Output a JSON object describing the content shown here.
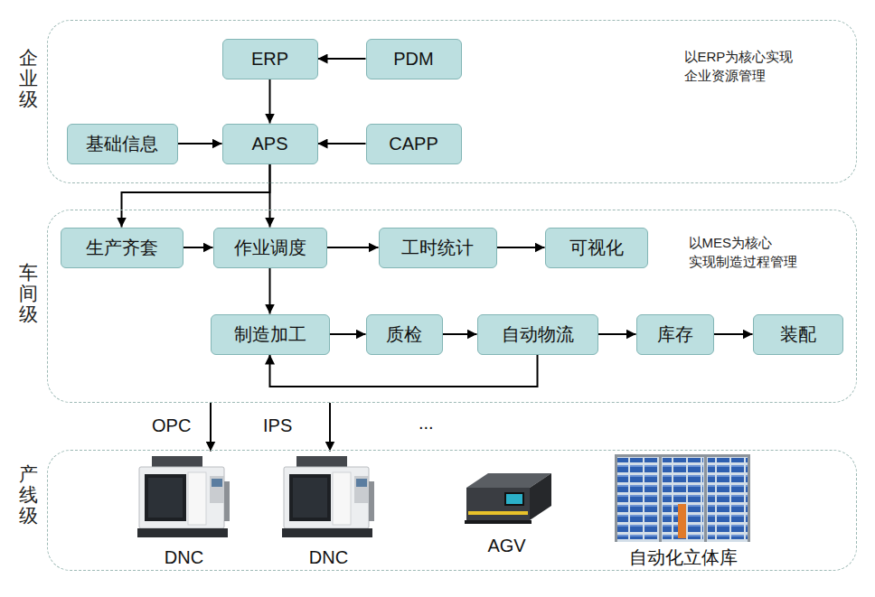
{
  "diagram": {
    "nodes": [
      {
        "text": [
          "企业级",
          "以ERP为核心实现 企业资源管理"
        ]
      },
      {
        "text": [
          "ERP"
        ],
        "in": 0
      },
      {
        "text": [
          "PDM"
        ],
        "in": 0
      },
      {
        "text": [
          "基础信息"
        ],
        "in": 0
      },
      {
        "text": [
          "APS"
        ],
        "in": 0
      },
      {
        "text": [
          "CAPP"
        ],
        "in": 0
      },
      {
        "text": [
          "车间级",
          "以MES为核心 实现制造过程管理"
        ]
      },
      {
        "text": [
          "生产齐套"
        ],
        "in": 6
      },
      {
        "text": [
          "作业调度"
        ],
        "in": 6
      },
      {
        "text": [
          "工时统计"
        ],
        "in": 6
      },
      {
        "text": [
          "可视化"
        ],
        "in": 6
      },
      {
        "text": [
          "制造加工"
        ],
        "in": 6
      },
      {
        "text": [
          "质检"
        ],
        "in": 6
      },
      {
        "text": [
          "自动物流"
        ],
        "in": 6
      },
      {
        "text": [
          "库存"
        ],
        "in": 6
      },
      {
        "text": [
          "装配"
        ],
        "in": 6
      },
      {
        "text": [
          "产线级"
        ]
      },
      {
        "text": [
          "DNC"
        ],
        "in": 16
      },
      {
        "text": [
          "DNC"
        ],
        "in": 16
      },
      {
        "text": [
          "AGV"
        ],
        "in": 16
      },
      {
        "text": [
          "自动化立体库"
        ],
        "in": 16
      }
    ],
    "edges": [
      {
        "from": 2,
        "to": 1,
        "arrow": "to"
      },
      {
        "from": 1,
        "to": 4,
        "arrow": "to"
      },
      {
        "from": 3,
        "to": 4,
        "arrow": "to"
      },
      {
        "from": 5,
        "to": 4,
        "arrow": "to"
      },
      {
        "from": 4,
        "to": 7,
        "arrow": "to"
      },
      {
        "from": 4,
        "to": 8,
        "arrow": "to"
      },
      {
        "from": 7,
        "to": 8,
        "arrow": "to"
      },
      {
        "from": 8,
        "to": 9,
        "arrow": "to"
      },
      {
        "from": 9,
        "to": 10,
        "arrow": "to"
      },
      {
        "from": 8,
        "to": 11,
        "arrow": "to"
      },
      {
        "from": 11,
        "to": 12,
        "arrow": "to"
      },
      {
        "from": 12,
        "to": 13,
        "arrow": "to"
      },
      {
        "from": 13,
        "to": 14,
        "arrow": "to"
      },
      {
        "from": 14,
        "to": 15,
        "arrow": "to"
      },
      {
        "from": 13,
        "to": 11,
        "arrow": "to"
      },
      {
        "from": 6,
        "to": 17,
        "label": "OPC",
        "arrow": "to"
      },
      {
        "from": 6,
        "to": 18,
        "label": "IPS",
        "arrow": "to"
      }
    ],
    "labels": [
      "..."
    ]
  }
}
